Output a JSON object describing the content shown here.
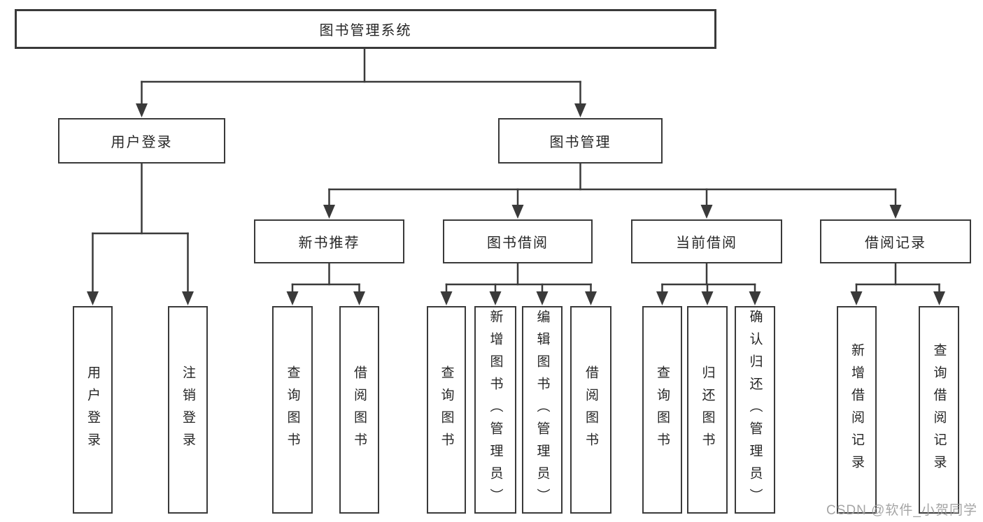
{
  "diagram": {
    "type": "tree",
    "title": "图书管理系统",
    "watermark": "CSDN @软件_小贺同学",
    "colors": {
      "line": "#3a3a3a",
      "text": "#262626",
      "watermark": "#9c9c9c",
      "background": "#ffffff"
    },
    "nodes": [
      {
        "id": "sys",
        "label": "图书管理系统",
        "parent": null,
        "vertical": false
      },
      {
        "id": "login",
        "label": "用户登录",
        "parent": "sys",
        "vertical": false
      },
      {
        "id": "mgmt",
        "label": "图书管理",
        "parent": "sys",
        "vertical": false
      },
      {
        "id": "rec",
        "label": "新书推荐",
        "parent": "mgmt",
        "vertical": false
      },
      {
        "id": "borrow",
        "label": "图书借阅",
        "parent": "mgmt",
        "vertical": false
      },
      {
        "id": "current",
        "label": "当前借阅",
        "parent": "mgmt",
        "vertical": false
      },
      {
        "id": "records",
        "label": "借阅记录",
        "parent": "mgmt",
        "vertical": false
      },
      {
        "id": "leaf-user-login",
        "label": "用户登录",
        "parent": "login",
        "vertical": true
      },
      {
        "id": "leaf-logout",
        "label": "注销登录",
        "parent": "login",
        "vertical": true
      },
      {
        "id": "leaf-rec-query",
        "label": "查询图书",
        "parent": "rec",
        "vertical": true
      },
      {
        "id": "leaf-rec-borrow",
        "label": "借阅图书",
        "parent": "rec",
        "vertical": true
      },
      {
        "id": "leaf-borrow-query",
        "label": "查询图书",
        "parent": "borrow",
        "vertical": true
      },
      {
        "id": "leaf-borrow-add",
        "label": "新增图书（管理员）",
        "parent": "borrow",
        "vertical": true
      },
      {
        "id": "leaf-borrow-edit",
        "label": "编辑图书（管理员）",
        "parent": "borrow",
        "vertical": true
      },
      {
        "id": "leaf-borrow-borrow",
        "label": "借阅图书",
        "parent": "borrow",
        "vertical": true
      },
      {
        "id": "leaf-current-query",
        "label": "查询图书",
        "parent": "current",
        "vertical": true
      },
      {
        "id": "leaf-current-return",
        "label": "归还图书",
        "parent": "current",
        "vertical": true
      },
      {
        "id": "leaf-current-confirm",
        "label": "确认归还（管理员）",
        "parent": "current",
        "vertical": true
      },
      {
        "id": "leaf-records-add",
        "label": "新增借阅记录",
        "parent": "records",
        "vertical": true
      },
      {
        "id": "leaf-records-query",
        "label": "查询借阅记录",
        "parent": "records",
        "vertical": true
      }
    ]
  }
}
